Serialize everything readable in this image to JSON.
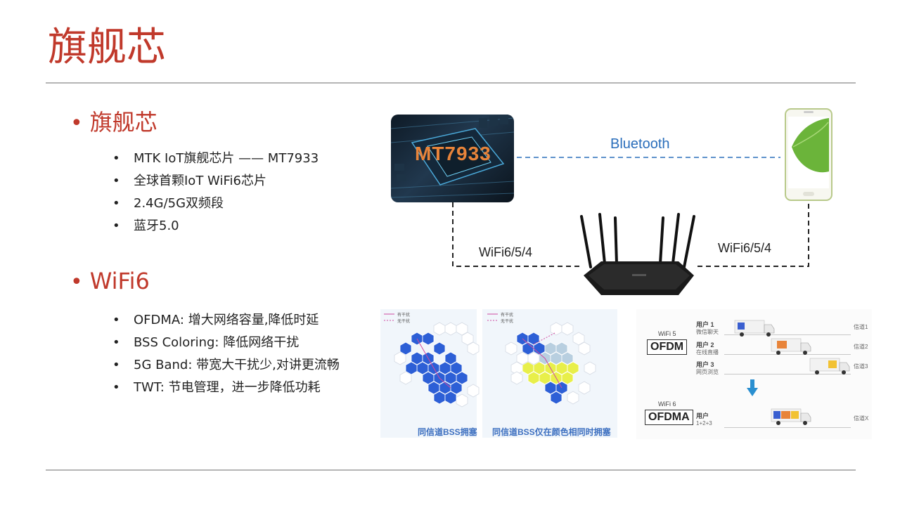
{
  "slide": {
    "title": "旗舰芯",
    "sections": [
      {
        "heading": "旗舰芯",
        "bullets": [
          "MTK IoT旗舰芯片 —— MT7933",
          "全球首颗IoT WiFi6芯片",
          "2.4G/5G双频段",
          "蓝牙5.0"
        ]
      },
      {
        "heading": "WiFi6",
        "bullets": [
          "OFDMA: 增大网络容量,降低时延",
          "BSS Coloring: 降低网络干扰",
          "5G Band: 带宽大干扰少,对讲更流畅",
          "TWT: 节电管理，进一步降低功耗"
        ]
      }
    ]
  },
  "diagram": {
    "chip_label": "MT7933",
    "bluetooth_label": "Bluetooth",
    "wifi_left_label": "WiFi6/5/4",
    "wifi_right_label": "WiFi6/5/4"
  },
  "bss": {
    "left_caption": "同信道BSS拥塞",
    "right_caption": "同信道BSS仅在颜色相同时拥塞",
    "legend_left": [
      "有干扰",
      "无干扰"
    ],
    "legend_right": [
      "有干扰",
      "无干扰"
    ]
  },
  "ofdm": {
    "wifi5_label": "WiFi 5",
    "wifi5_tech": "OFDM",
    "wifi6_label": "WiFi 6",
    "wifi6_tech": "OFDMA",
    "users": [
      {
        "name": "用户 1",
        "desc": "微信聊天",
        "channel": "信道1"
      },
      {
        "name": "用户 2",
        "desc": "在线直播",
        "channel": "信道2"
      },
      {
        "name": "用户 3",
        "desc": "网页浏览",
        "channel": "信道3"
      }
    ],
    "combined_user": {
      "name": "用户",
      "desc": "1+2+3",
      "channel": "信道X"
    }
  },
  "colors": {
    "accent": "#c0392b",
    "link": "#2a6ebb",
    "chip_text": "#e8843a",
    "hex_blue": "#2d5fd6"
  }
}
